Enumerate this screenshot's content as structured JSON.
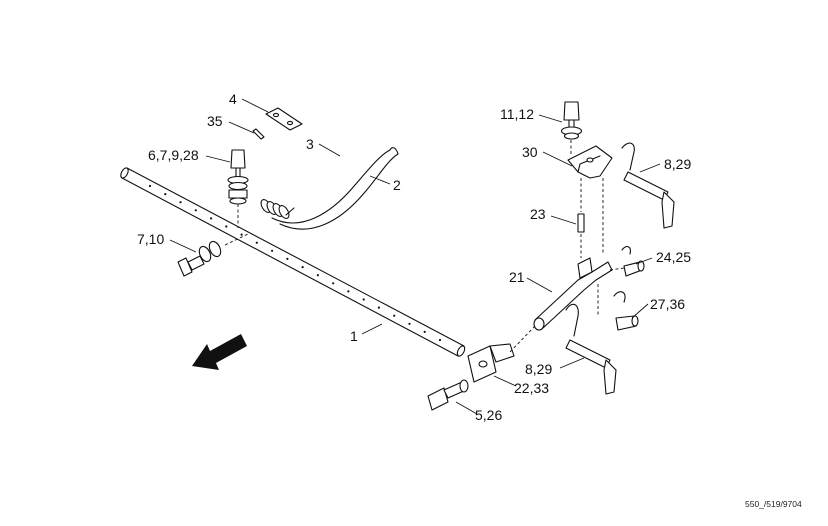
{
  "callouts": [
    {
      "id": "c4",
      "text": "4"
    },
    {
      "id": "c35",
      "text": "35"
    },
    {
      "id": "c3",
      "text": "3"
    },
    {
      "id": "c2",
      "text": "2"
    },
    {
      "id": "c6",
      "text": "6,7,9,28"
    },
    {
      "id": "c710",
      "text": "7,10"
    },
    {
      "id": "c1",
      "text": "1"
    },
    {
      "id": "c1112",
      "text": "11,12"
    },
    {
      "id": "c30",
      "text": "30"
    },
    {
      "id": "c829a",
      "text": "8,29"
    },
    {
      "id": "c23",
      "text": "23"
    },
    {
      "id": "c21",
      "text": "21"
    },
    {
      "id": "c2425",
      "text": "24,25"
    },
    {
      "id": "c2736",
      "text": "27,36"
    },
    {
      "id": "c829b",
      "text": "8,29"
    },
    {
      "id": "c2233",
      "text": "22,33"
    },
    {
      "id": "c526",
      "text": "5,26"
    }
  ],
  "reference_code": "550_/519/9704",
  "icons": {
    "direction": "arrow-down-left-icon"
  }
}
